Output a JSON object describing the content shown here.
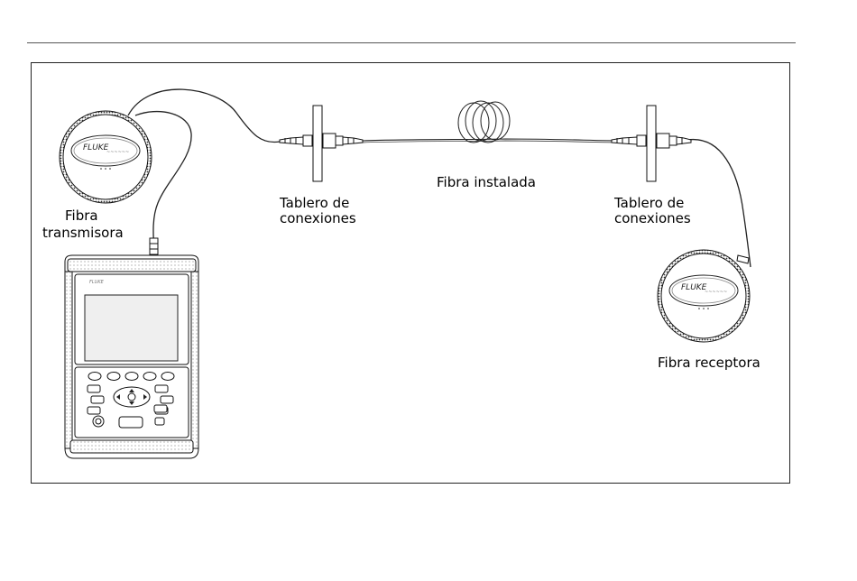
{
  "labels": {
    "launch_fiber": [
      "Fibra",
      "transmisora"
    ],
    "patch_panel_left": [
      "Tablero de",
      "conexiones"
    ],
    "installed_fiber": "Fibra instalada",
    "patch_panel_right": [
      "Tablero de",
      "conexiones"
    ],
    "receive_fiber": "Fibra receptora"
  },
  "branding": {
    "spool_logo": "FLUKE",
    "device_logo": "FLUKE"
  }
}
